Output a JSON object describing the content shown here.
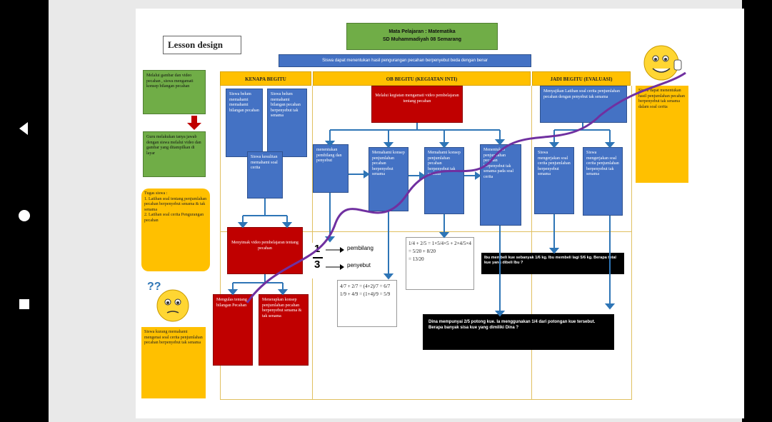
{
  "nav": {
    "back": "back-icon",
    "home": "home-icon",
    "recent": "recent-apps-icon"
  },
  "slide": {
    "lesson_design": "Lesson design",
    "title_line1": "Mata Pelajaran : Matematika",
    "title_line2": "SD Muhammadiyah 08 Semarang",
    "objective": "Siswa dapat menentukan hasil pengurangan pecahan berpenyebut beda dengan benar",
    "col_kenapa": "KENAPA BEGITU",
    "col_ob": "OB BEGITU (KEGIATAN INTI)",
    "col_jadi": "JADI BEGITU (EVALUASI)",
    "green1": "Melalui gambar dan video pecahan , siswa mengamati konsep bilangan pecahan",
    "green2": "Guru melakukan tanya jawab dengan siswa melalui video dan gambar yang ditampilkan di layar",
    "kenapa_b1": "Siswa belum memahami memahami bilangan pecahan",
    "kenapa_b2": "Siswa belum memahami bilangan pecahan berpenyebut tak senama",
    "kenapa_b3": "Siswa kesulitan memahami soal cerita",
    "tugas_title": "Tugas siswa :",
    "tugas_1": "1. Latihan soal tentang penjumlahan pecahan berpenyebut senama & tak senama",
    "tugas_2": "2. Latihan soal cerita Pengurangan pecahan",
    "red_video": "Menyimak video pembelajaran tentang pecahan",
    "red_mengulas": "Mengulas tentang bilangan Pecahan",
    "red_menerapkan": "Menerapkan konsep penjumlahan pecahan berpenyebut senama & tak senama",
    "yellow_bottom": "Siswa kurang memahami mengenai soal cerita penjumlahan pecahan berpenyebut tak senama",
    "ob_red": "Melalui kegiatan mengamati video pembelajaran tentang pecahan",
    "ob_b1": "menentukan pembilang dan penyebut",
    "ob_b2": "Memahami konsep penjumlahan pecahan berpenyebut senama",
    "ob_b3": "Memahami konsep penjumlahan pecahan berpenyebut tak senama",
    "ob_b4": "Menentukan penjumlahan pecahan berpenyebut tak senama pada soal cerita",
    "frac_num": "1",
    "frac_den": "3",
    "label_pembilang": "pembilang",
    "label_penyebut": "penyebut",
    "formula1_line1": "4/7 + 2/7 = (4+2)/7 = 6/7",
    "formula1_line2": "1/9 + 4/9 = (1+4)/9 = 5/9",
    "formula2_line1": "1/4 + 2/5 = 1×5/4×5 + 2×4/5×4",
    "formula2_line2": "= 5/20 + 8/20",
    "formula2_line3": "= 13/20",
    "jadi_b1": "Menyajikan Latihan soal cerita penjumlahan pecahan dengan penyebut tak senama",
    "jadi_b2": "Siswa mengerjakan soal cerita penjumlahan berpenyebut senama",
    "jadi_b3": "Siswa mengerjakan soal cerita penjumlahan berpenyebut tak senama",
    "yellow_right": "Siswa dapat menentukan hasil penjumlahan pecahan berpenyebut tak senama dalam soal cerita",
    "black1": "Ibu membeli kue sebanyak 1/6 kg. Ibu membeli lagi 5/6 kg. Berapa total kue yang dibeli Ibu ?",
    "black2": "Dina mempunyai 2/5 potong kue. Ia menggunakan 1/4 dari potongan kue tersebut. Berapa banyak sisa kue yang dimiliki Dina ?"
  },
  "colors": {
    "blue": "#4472c4",
    "red": "#c00000",
    "green": "#70ad47",
    "yellow": "#ffc000",
    "arrow": "#2e75b6",
    "curve": "#7030a0"
  }
}
